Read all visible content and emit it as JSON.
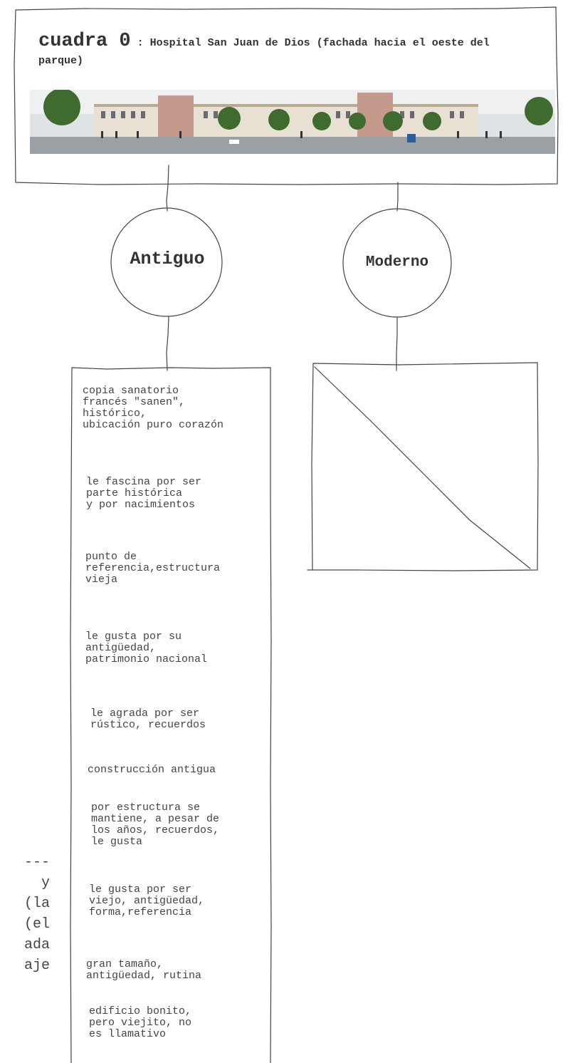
{
  "header": {
    "title_main": "cuadra 0",
    "title_rest": " : Hospital San Juan de Dios (fachada hacia el oeste del parque)"
  },
  "nodes": {
    "antiguo": "Antiguo",
    "moderno": "Moderno"
  },
  "antiguo_notes": [
    "copia sanatorio\nfrancés \"sanen\",\nhistórico,\nubicación puro corazón",
    "le fascina por ser\nparte histórica\ny por nacimientos",
    "punto de\nreferencia,estructura\nvieja",
    "le gusta por su\nantigüedad,\npatrimonio nacional",
    "le agrada por ser\nrústico, recuerdos",
    "construcción antigua",
    "por estructura se\nmantiene, a pesar de\nlos años, recuerdos,\nle gusta",
    "le gusta por ser\nviejo, antigüedad,\nforma,referencia",
    "gran tamaño,\nantigüedad, rutina",
    "edificio bonito,\npero viejito, no\nes llamativo"
  ],
  "left_fragments": [
    "---",
    "y",
    "(la",
    "(el",
    "ada",
    "aje"
  ],
  "colors": {
    "ink": "#333333",
    "background": "#ffffff"
  }
}
